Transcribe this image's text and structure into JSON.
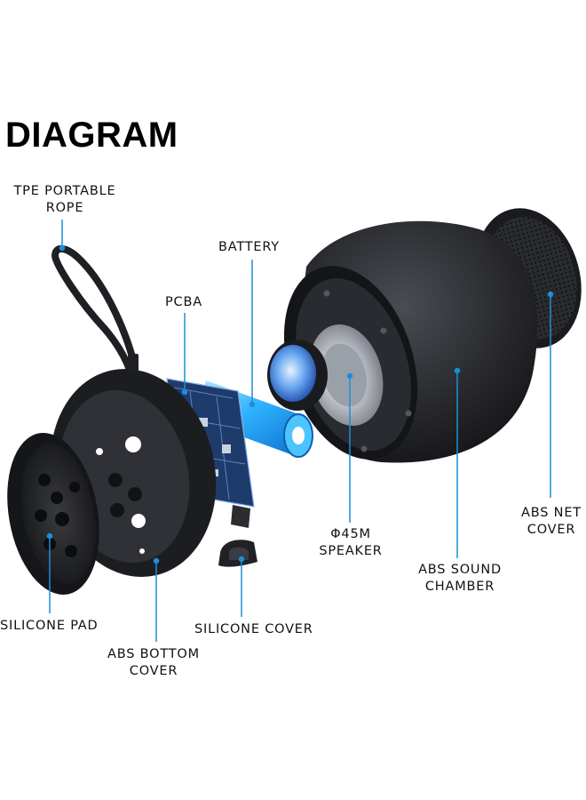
{
  "title": "DIAGRAM",
  "labels": {
    "tpe_rope": [
      "TPE PORTABLE",
      "ROPE"
    ],
    "battery": "BATTERY",
    "pcba": "PCBA",
    "speaker": [
      "Φ45M",
      "SPEAKER"
    ],
    "sound_chamber": [
      "ABS SOUND",
      "CHAMBER"
    ],
    "net_cover": [
      "ABS NET",
      "COVER"
    ],
    "silicone_pad": "SILICONE PAD",
    "bottom_cover": [
      "ABS BOTTOM",
      "COVER"
    ],
    "silicone_cover": "SILICONE COVER"
  },
  "colors": {
    "leader_line": "#1a8fd8",
    "body": "#1c1d20",
    "battery_blue": "#2fb3ff"
  }
}
